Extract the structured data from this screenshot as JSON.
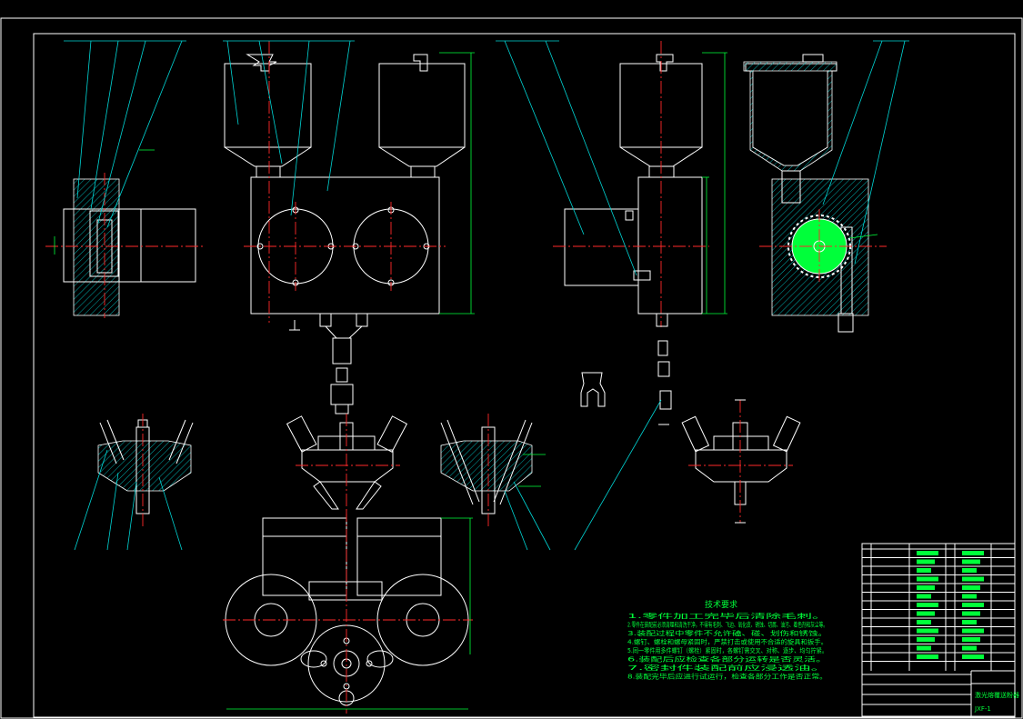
{
  "drawing": {
    "background": "#000000",
    "line_color": "#ffffff",
    "center_line_color": "#ff2a2a",
    "leader_color": "#00d6d6",
    "text_color": "#00ff3a"
  },
  "tech_requirements": {
    "title": "技术要求",
    "items": [
      "1.零件加工完毕后清除毛刺。",
      "2.零件在装配前必须清理和清洗干净，不得有毛刺、飞边、氧化皮、锈蚀、切屑、油污、着色剂和灰尘等。",
      "3.装配过程中零件不允许磕、碰、划伤和锈蚀。",
      "4.螺钉、螺栓和螺母紧固时，严禁打击或使用不合适的旋具和扳手。",
      "5.同一零件用多件螺钉（螺栓）紧固时，各螺钉需交叉、对称、逐步、均匀拧紧。",
      "6.装配后应检查各部分运转是否灵活。",
      "7.密封件装配前应浸透油。",
      "8.装配完毕后应进行试运行，检查各部分工作是否正常。"
    ]
  },
  "title_block": {
    "drawing_title": "激光熔覆送粉器",
    "drawing_number": "JXF-1"
  }
}
